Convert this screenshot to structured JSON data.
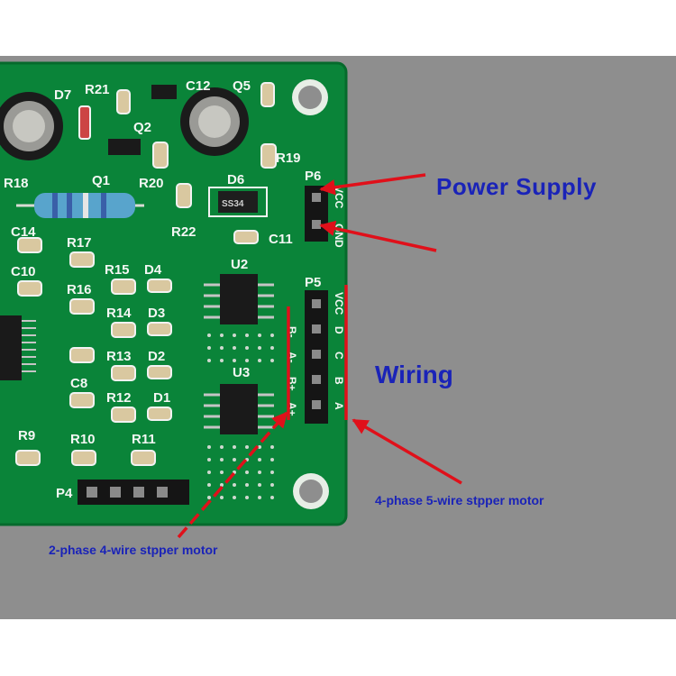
{
  "annotations": {
    "power_supply": "Power Supply",
    "wiring": "Wiring",
    "motor_5wire": "4-phase 5-wire stpper motor",
    "motor_4wire": "2-phase 4-wire stpper motor"
  },
  "silkscreen": {
    "refs": [
      "D7",
      "R21",
      "C12",
      "Q5",
      "Q2",
      "R19",
      "R18",
      "Q1",
      "R20",
      "D6",
      "P6",
      "R22",
      "C11",
      "C14",
      "R17",
      "C10",
      "R15",
      "D4",
      "U2",
      "P5",
      "R16",
      "R14",
      "D3",
      "R13",
      "D2",
      "U3",
      "C8",
      "R12",
      "D1",
      "R9",
      "R10",
      "R11",
      "P4"
    ],
    "diode_marking": "SS34",
    "p6_pins": [
      "VCC",
      "GND"
    ],
    "p5_pins": [
      "VCC",
      "D",
      "C",
      "B",
      "A"
    ],
    "motor_pins": [
      "B-",
      "A-",
      "B+",
      "A+"
    ]
  },
  "colors": {
    "background": "#8b8b8b",
    "board": "#0c8a3c",
    "silkscreen": "#f4f7f4",
    "arrow": "#e0101a",
    "label": "#1a23b8"
  }
}
